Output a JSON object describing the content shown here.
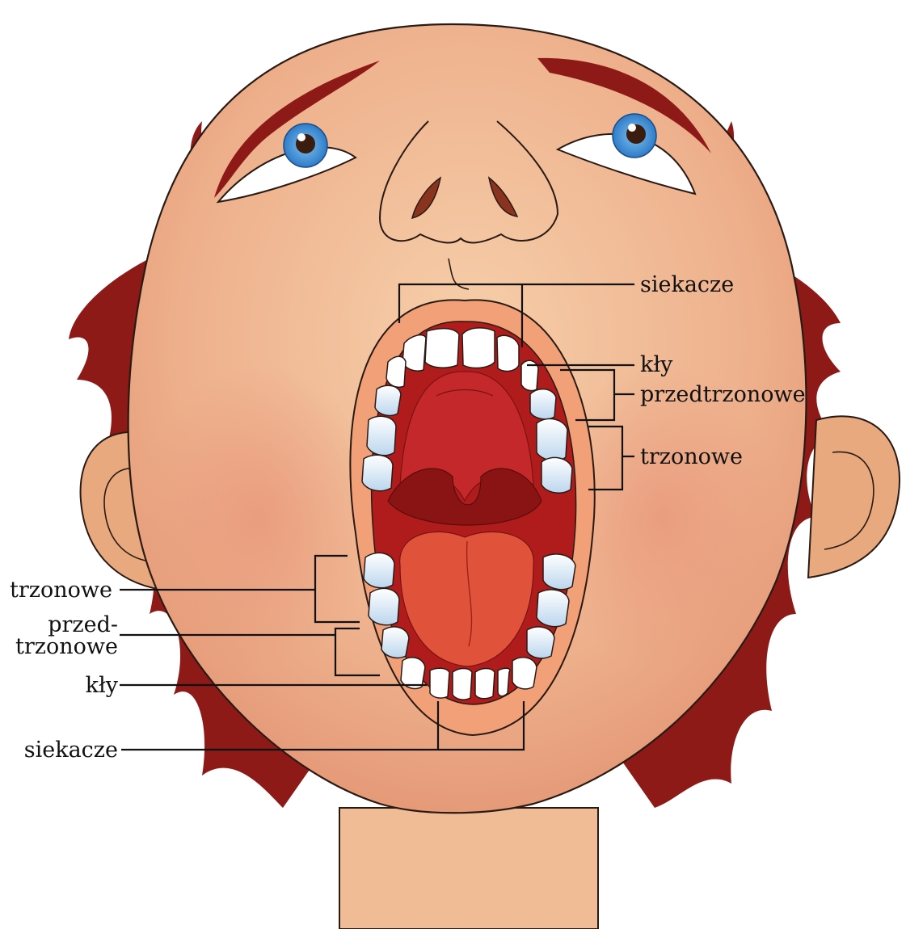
{
  "labels": {
    "upper_incisors": "siekacze",
    "upper_canines": "kły",
    "upper_premolars": "przedtrzonowe",
    "upper_molars": "trzonowe",
    "lower_molars": "trzonowe",
    "lower_premolars_line1": "przed-",
    "lower_premolars_line2": "trzonowe",
    "lower_canines": "kły",
    "lower_incisors": "siekacze"
  },
  "colors": {
    "skin": "#f0c09a",
    "hair": "#8e1a18",
    "mouth_inner": "#b01c1c",
    "tongue": "#e0523a",
    "teeth": "#ffffff",
    "molar_shade": "#c7ddf0",
    "iris": "#3a8fd6"
  }
}
